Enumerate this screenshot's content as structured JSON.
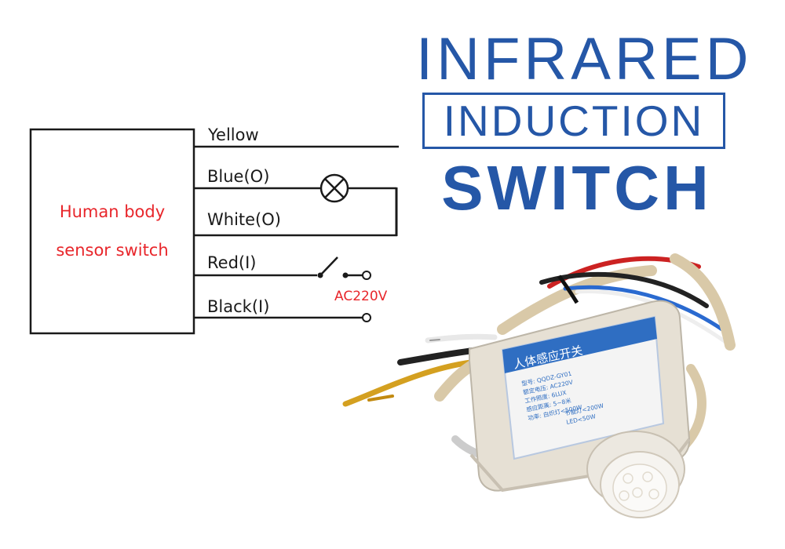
{
  "title": {
    "line1": "INFRARED",
    "line2": "INDUCTION",
    "line3": "SWITCH"
  },
  "module": {
    "label_line1": "Human body",
    "label_line2": "sensor switch"
  },
  "wires": [
    {
      "key": "yellow",
      "label": "Yellow"
    },
    {
      "key": "blue",
      "label": "Blue(O)"
    },
    {
      "key": "white",
      "label": "White(O)"
    },
    {
      "key": "red",
      "label": "Red(I)"
    },
    {
      "key": "black",
      "label": "Black(I)"
    }
  ],
  "supply_label": "AC220V",
  "product_label": {
    "name": "人体感应开关",
    "spec_lines": [
      "型号: QQDZ-GY01",
      "额定电压: AC220V",
      "工作照度: 6LUX",
      "感应距离: 5~8米",
      "功率: 白炽灯<500W",
      "节能灯<200W",
      "LED<50W"
    ]
  },
  "colors": {
    "title_blue": "#2557a7",
    "label_red": "#e8262b",
    "wire_black": "#1a1a1a"
  }
}
